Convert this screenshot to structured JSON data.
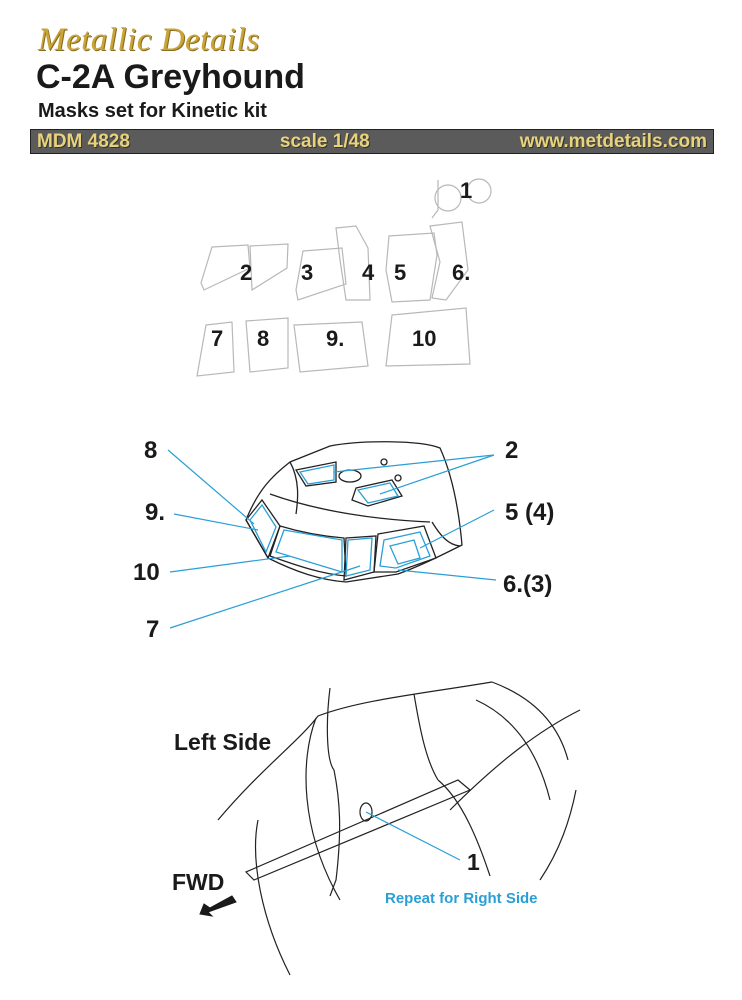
{
  "header": {
    "brand": "Metallic Details",
    "title": "C-2A Greyhound",
    "subtitle": "Masks set for Kinetic kit",
    "code": "MDM 4828",
    "scale": "scale 1/48",
    "website": "www.metdetails.com"
  },
  "mask_numbers": {
    "m1": "1",
    "m2": "2",
    "m3": "3",
    "m4": "4",
    "m5": "5",
    "m6": "6.",
    "m7": "7",
    "m8": "8",
    "m9": "9.",
    "m10": "10"
  },
  "canopy_labels": {
    "l8": "8",
    "l2": "2",
    "l9": "9.",
    "l54": "5 (4)",
    "l10": "10",
    "l63": "6.(3)",
    "l7": "7"
  },
  "side_view": {
    "left_side": "Left Side",
    "fwd": "FWD",
    "window_label": "1",
    "repeat_note": "Repeat for Right Side"
  },
  "colors": {
    "brand": "#c9a43a",
    "bar_bg": "#5b5b5b",
    "bar_text": "#e8d27a",
    "leader": "#2a9fd6"
  }
}
